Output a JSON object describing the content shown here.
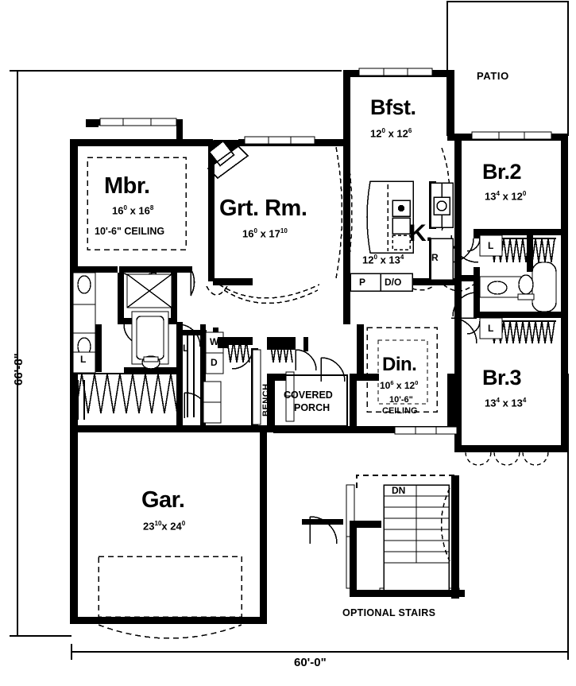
{
  "plan": {
    "title": "Single story house floor plan",
    "overall_width": "60'-0\"",
    "overall_depth": "66'-8\"",
    "line_color": "#000000",
    "background": "#ffffff"
  },
  "rooms": [
    {
      "key": "mbr",
      "name": "Mbr.",
      "dim_w": "16",
      "dim_w_sup": "0",
      "dim_h": "16",
      "dim_h_sup": "8",
      "ceiling": "10'-6\" CEILING"
    },
    {
      "key": "grt",
      "name": "Grt. Rm.",
      "dim_w": "16",
      "dim_w_sup": "0",
      "dim_h": "17",
      "dim_h_sup": "10",
      "ceiling": ""
    },
    {
      "key": "bfst",
      "name": "Bfst.",
      "dim_w": "12",
      "dim_w_sup": "0",
      "dim_h": "12",
      "dim_h_sup": "6",
      "ceiling": ""
    },
    {
      "key": "kitchen",
      "name": "K.",
      "dim_w": "12",
      "dim_w_sup": "0",
      "dim_h": "13",
      "dim_h_sup": "4",
      "ceiling": ""
    },
    {
      "key": "br2",
      "name": "Br.2",
      "dim_w": "13",
      "dim_w_sup": "4",
      "dim_h": "12",
      "dim_h_sup": "0",
      "ceiling": ""
    },
    {
      "key": "br3",
      "name": "Br.3",
      "dim_w": "13",
      "dim_w_sup": "4",
      "dim_h": "13",
      "dim_h_sup": "4",
      "ceiling": ""
    },
    {
      "key": "din",
      "name": "Din.",
      "dim_w": "10",
      "dim_w_sup": "6",
      "dim_h": "12",
      "dim_h_sup": "0",
      "ceiling": "10'-6\"",
      "ceiling2": "CEILING"
    },
    {
      "key": "gar",
      "name": "Gar.",
      "dim_w": "23",
      "dim_w_sup": "10",
      "dim_h": "24",
      "dim_h_sup": "0",
      "ceiling": ""
    }
  ],
  "area_labels": {
    "patio": "PATIO",
    "covered_porch_line1": "COVERED",
    "covered_porch_line2": "PORCH",
    "bench": "BENCH",
    "optional_stairs": "OPTIONAL STAIRS",
    "stair_direction": "DN"
  },
  "fixture_labels": {
    "pantry": "P",
    "double_oven": "D/O",
    "refrigerator": "R",
    "washer": "W",
    "dryer": "D",
    "linen_master": "L",
    "linen_br2": "L",
    "linen_br3": "L",
    "linen_hall": "L"
  },
  "dimensions": {
    "width_label": "60'-0\"",
    "depth_label": "66'-8\""
  }
}
